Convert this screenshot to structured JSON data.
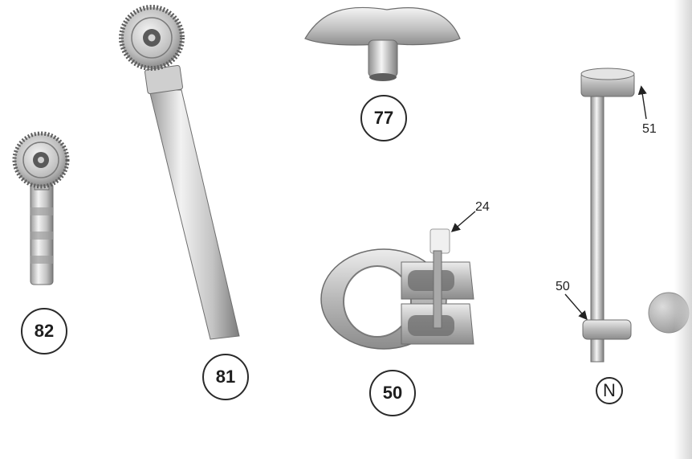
{
  "parts": {
    "p82": {
      "number": "82"
    },
    "p81": {
      "number": "81"
    },
    "p77": {
      "number": "77"
    },
    "p50": {
      "number": "50"
    },
    "pN": {
      "letter": "N"
    }
  },
  "callouts": {
    "c24": "24",
    "c51": "51",
    "c50": "50"
  },
  "colors": {
    "ink": "#2a2a2a",
    "metal_light": "#e6e6e6",
    "metal_dark": "#8a8a8a",
    "cap": "#c8c8c8"
  }
}
